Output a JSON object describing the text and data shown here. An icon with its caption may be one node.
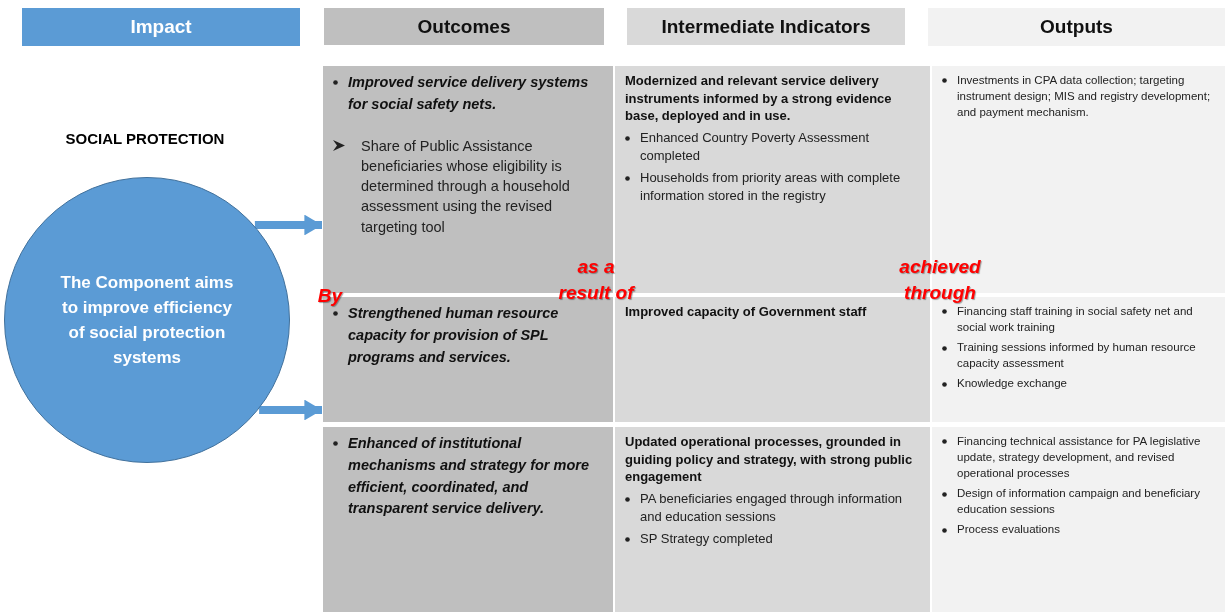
{
  "diagram": {
    "nodes": [
      {
        "text": [
          "Impact"
        ]
      },
      {
        "text": [
          "Outcomes"
        ]
      },
      {
        "text": [
          "Intermediate Indicators"
        ]
      },
      {
        "text": [
          "Outputs"
        ]
      },
      {
        "text": [
          "The Component aims to improve efficiency of social protection systems"
        ]
      },
      {
        "text": [
          "Improved service delivery systems for social safety nets.",
          "Share of Public Assistance beneficiaries whose eligibility is determined through a household assessment using the revised targeting tool"
        ]
      },
      {
        "text": [
          "Modernized and relevant service delivery instruments informed by a strong evidence base, deployed and in use.",
          "Enhanced Country Poverty Assessment completed",
          "Households from priority areas with complete information stored in the registry"
        ]
      },
      {
        "text": [
          "Investments in CPA data collection; targeting instrument design; MIS and registry development; and payment mechanism."
        ]
      },
      {
        "text": [
          "Strengthened human resource capacity for provision of SPL programs and services."
        ]
      },
      {
        "text": [
          "Improved capacity of Government staff"
        ]
      },
      {
        "text": [
          "Financing staff training in social safety net and social work training",
          "Training sessions informed by human resource capacity assessment",
          "Knowledge exchange"
        ]
      },
      {
        "text": [
          "Enhanced of institutional mechanisms and strategy for more efficient, coordinated, and transparent service delivery."
        ]
      },
      {
        "text": [
          "Updated operational processes, grounded in guiding policy and strategy, with strong public engagement",
          "PA beneficiaries engaged through information and education sessions",
          "SP Strategy completed"
        ]
      },
      {
        "text": [
          "Financing technical assistance for PA legislative update, strategy development, and revised operational processes",
          "Design of information campaign and beneficiary education sessions",
          "Process evaluations"
        ]
      }
    ],
    "edges": [
      {
        "from": 4,
        "to": 5,
        "arrow": "to"
      },
      {
        "from": 4,
        "to": 8,
        "arrow": "to"
      }
    ],
    "labels": [
      "SOCIAL PROTECTION",
      "By",
      "as a result of",
      "achieved through"
    ]
  }
}
